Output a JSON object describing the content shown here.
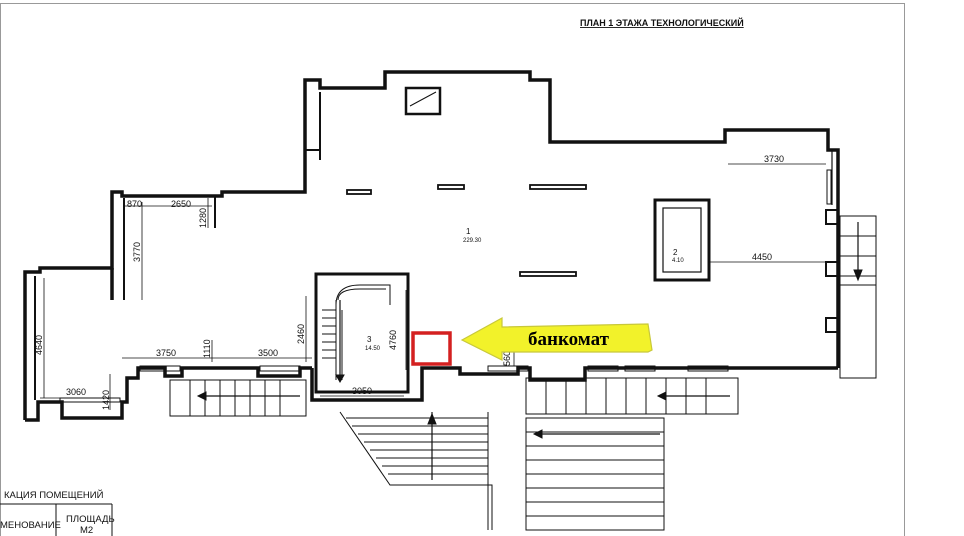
{
  "plan": {
    "title": "ПЛАН 1 ЭТАЖА ТЕХНОЛОГИЧЕСКИЙ",
    "rooms": [
      {
        "number": "1",
        "area": "229.30"
      },
      {
        "number": "2",
        "area": "4.10"
      },
      {
        "number": "3",
        "area": "14.50"
      }
    ],
    "dimensions": {
      "d870": "870",
      "d2650": "2650",
      "d1280": "1280",
      "d3770": "3770",
      "d4640": "4640",
      "d3750": "3750",
      "d1110": "1110",
      "d3500": "3500",
      "d2460": "2460",
      "d4760": "4760",
      "d3060": "3060",
      "d1420": "1420",
      "d3050": "3050",
      "d560": "560",
      "d3730": "3730",
      "d4450": "4450"
    }
  },
  "annotation": {
    "label": "банкомат",
    "arrow_color": "#f2f22a",
    "marker_color": "#d42020"
  },
  "table": {
    "caption": "КАЦИЯ ПОМЕЩЕНИЙ",
    "col_name": "МЕНОВАНИЕ",
    "col_area_1": "ПЛОЩАДЬ",
    "col_area_2": "М2"
  }
}
